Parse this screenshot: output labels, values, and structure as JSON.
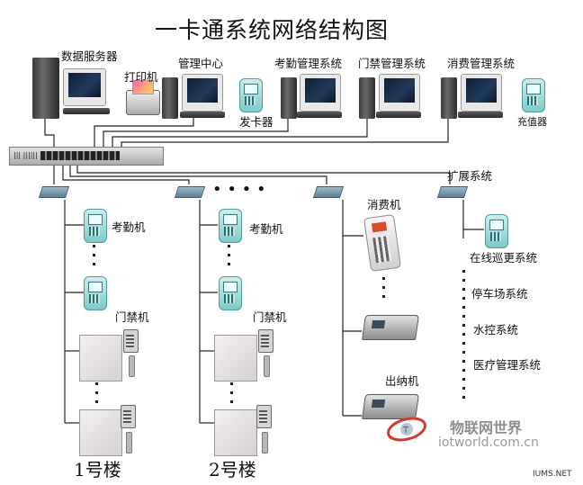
{
  "title": "一卡通系统网络结构图",
  "top_row": {
    "server": "数据服务器",
    "printer": "打印机",
    "mgmt": "管理中心",
    "card_issuer": "发卡器",
    "attendance_mgmt": "考勤管理系统",
    "access_mgmt": "门禁管理系统",
    "consume_mgmt": "消费管理系统",
    "recharge": "充值器"
  },
  "expand": "扩展系统",
  "building1": {
    "attendance": "考勤机",
    "access": "门禁机",
    "name": "1号楼"
  },
  "building2": {
    "attendance": "考勤机",
    "access": "门禁机",
    "name": "2号楼"
  },
  "consume_branch": {
    "consumer": "消费机",
    "cashier": "出纳机"
  },
  "expansion_list": [
    "在线巡更系统",
    "停车场系统",
    "水控系统",
    "医疗管理系统"
  ],
  "more_dots": "• • • •",
  "watermark": {
    "cn": "物联网世界",
    "url": "iotworld.com.cn",
    "tag": "IUMS.NET"
  },
  "switch_label": "||| ||||||",
  "colors": {
    "line": "#222222",
    "accent": "#d23a2a"
  }
}
